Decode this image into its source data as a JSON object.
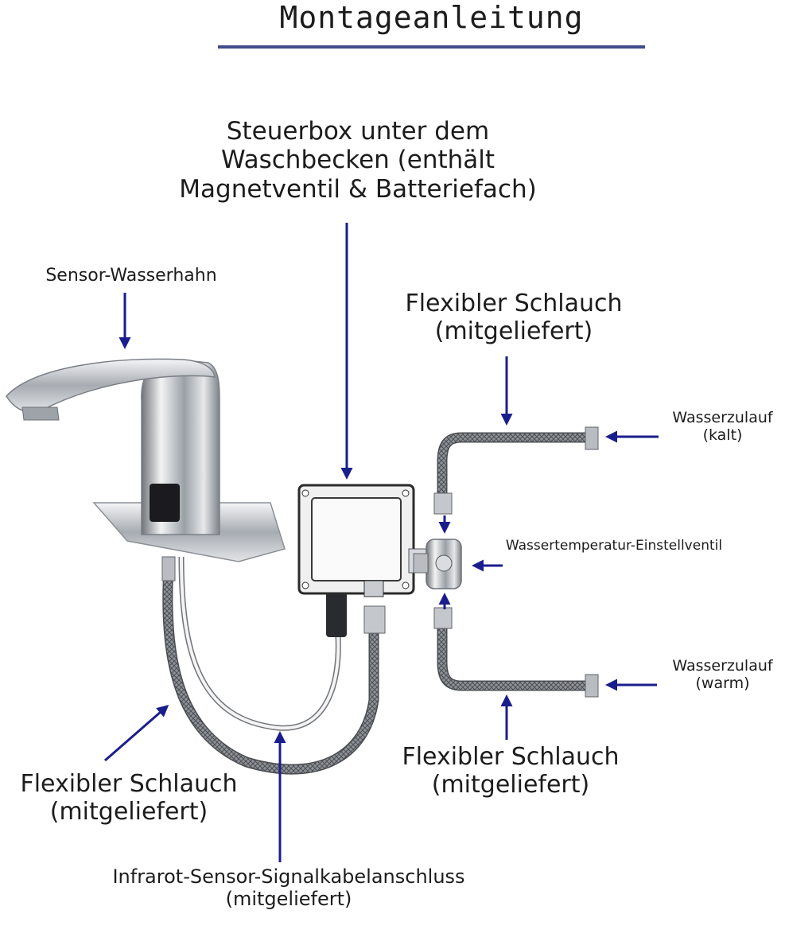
{
  "title": "Montageanleitung",
  "colors": {
    "arrow": "#1a1e8c",
    "rule": "#3f4b8b",
    "hose": "#8a8a8a",
    "chrome": "#c9ccd0"
  },
  "labels": {
    "control_box": [
      "Steuerbox unter dem",
      "Waschbecken (enthält",
      "Magnetventil & Batteriefach)"
    ],
    "sensor_faucet": "Sensor-Wasserhahn",
    "hose_top": [
      "Flexibler Schlauch",
      "(mitgeliefert)"
    ],
    "inlet_cold": [
      "Wasserzulauf",
      "(kalt)"
    ],
    "temp_valve": "Wassertemperatur-Einstellventil",
    "inlet_warm": [
      "Wasserzulauf",
      "(warm)"
    ],
    "hose_bottom_right": [
      "Flexibler Schlauch",
      "(mitgeliefert)"
    ],
    "hose_left": [
      "Flexibler Schlauch",
      "(mitgeliefert)"
    ],
    "sensor_cable": [
      "Infrarot-Sensor-Signalkabelanschluss",
      "(mitgeliefert)"
    ]
  }
}
